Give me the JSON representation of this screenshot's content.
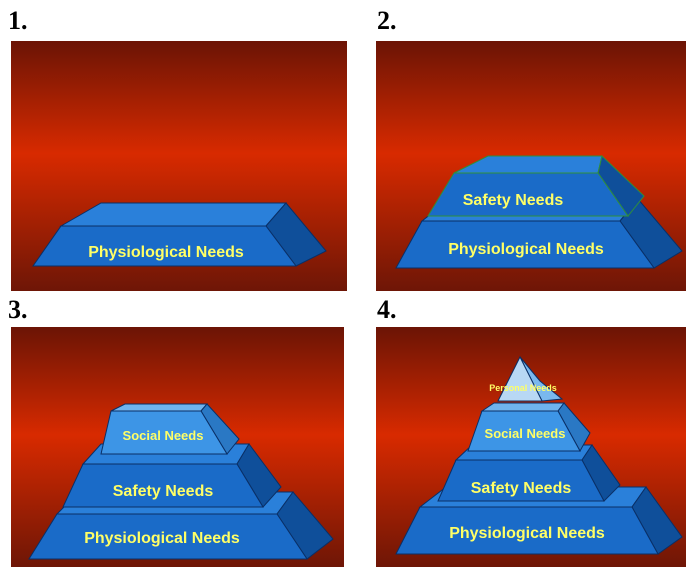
{
  "panels": [
    {
      "number": "1.",
      "levels": [
        "Physiological Needs"
      ]
    },
    {
      "number": "2.",
      "levels": [
        "Physiological Needs",
        "Safety Needs"
      ]
    },
    {
      "number": "3.",
      "levels": [
        "Physiological Needs",
        "Safety Needs",
        "Social Needs"
      ]
    },
    {
      "number": "4.",
      "levels": [
        "Physiological Needs",
        "Safety Needs",
        "Social Needs",
        "Personal Needs"
      ]
    }
  ],
  "colors": {
    "bg_top": "#6b1405",
    "bg_mid": "#d82a00",
    "bg_bottom": "#6e1606",
    "block_front": "#1a6bc8",
    "block_top": "#2a80da",
    "block_side": "#0f4f9a",
    "block_light_front": "#3d95e6",
    "block_light_top": "#6fb3ee",
    "block_light_side": "#2a78c4",
    "apex_front": "#b8d8f4",
    "label": "#ffff66",
    "outline": "#0a2f66"
  }
}
